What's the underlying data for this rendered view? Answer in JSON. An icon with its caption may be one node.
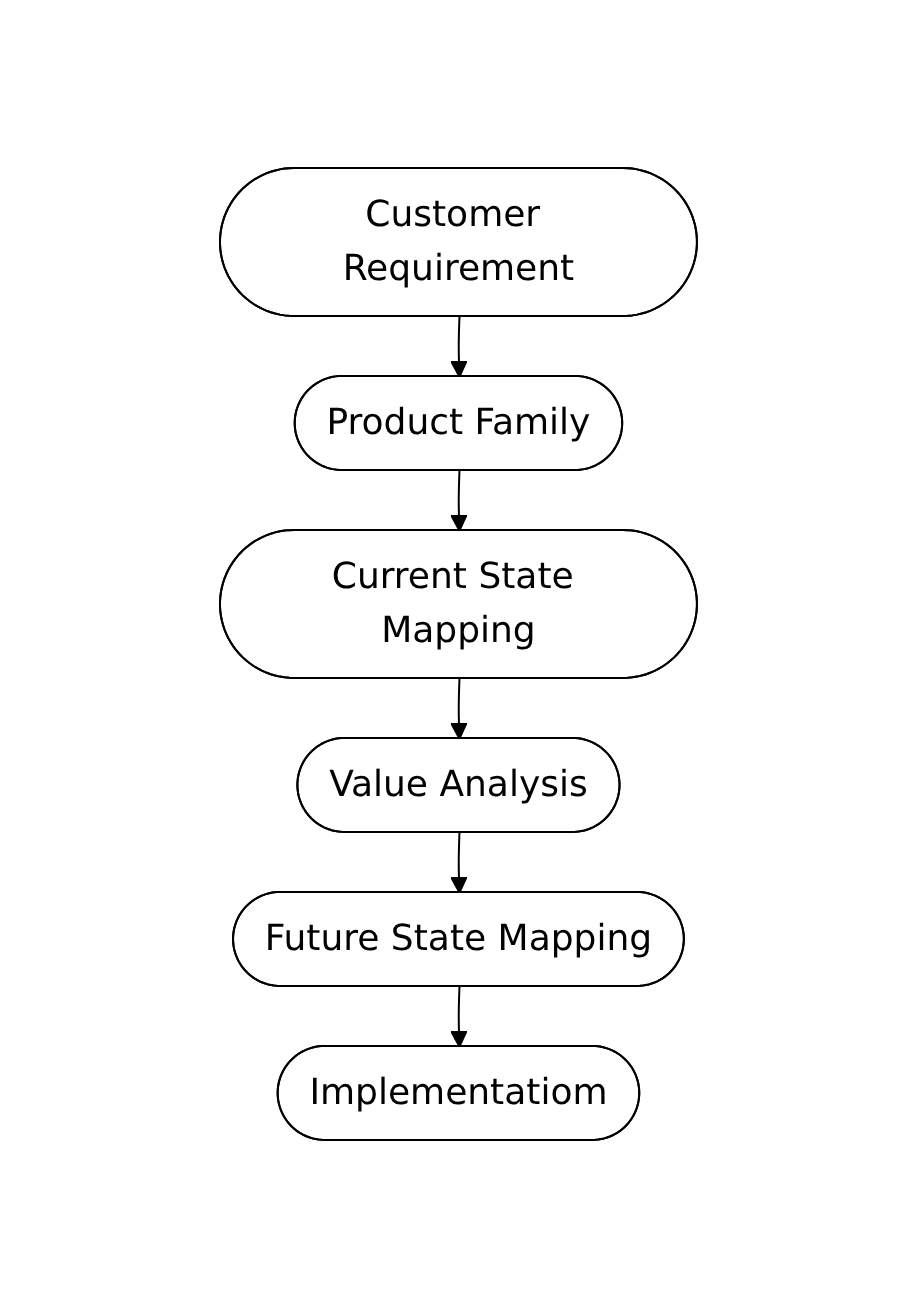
{
  "diagram": {
    "nodes": [
      {
        "text": [
          "Customer Requirement"
        ]
      },
      {
        "text": [
          "Product Family"
        ]
      },
      {
        "text": [
          "Current State Mapping"
        ]
      },
      {
        "text": [
          "Value Analysis"
        ]
      },
      {
        "text": [
          "Future State Mapping"
        ]
      },
      {
        "text": [
          "Implementatiom"
        ]
      }
    ],
    "edges": [
      {
        "from": 0,
        "to": 1,
        "arrow": "to"
      },
      {
        "from": 1,
        "to": 2,
        "arrow": "to"
      },
      {
        "from": 2,
        "to": 3,
        "arrow": "to"
      },
      {
        "from": 3,
        "to": 4,
        "arrow": "to"
      },
      {
        "from": 4,
        "to": 5,
        "arrow": "to"
      }
    ]
  }
}
